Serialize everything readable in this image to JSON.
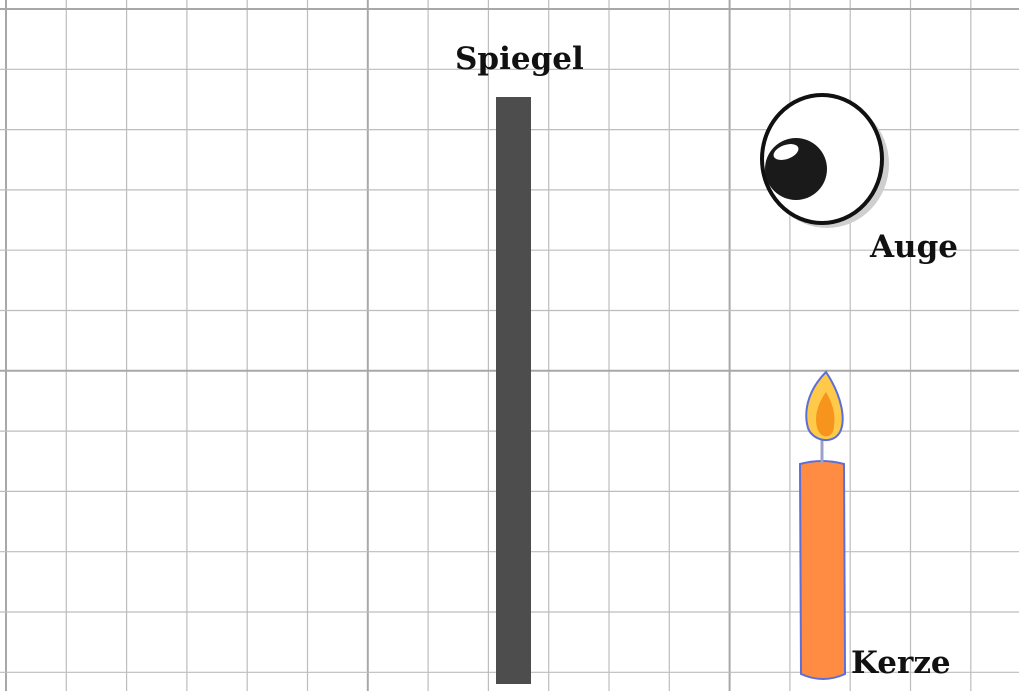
{
  "labels": {
    "mirror": "Spiegel",
    "eye": "Auge",
    "candle": "Kerze"
  },
  "colors": {
    "grid_line": "#bdbdbd",
    "grid_line_major": "#a8a8a8",
    "mirror": "#4d4d4d",
    "candle_body": "#ff8c42",
    "candle_outline": "#5b6fd6",
    "flame_outer": "#ffc94a",
    "flame_inner": "#f7941d",
    "wick": "#9aa3c7",
    "eye_outline": "#111111",
    "eye_shadow": "#cfcfcf",
    "pupil": "#1a1a1a"
  },
  "icons": {
    "mirror": "mirror-bar",
    "eye": "eye-icon",
    "candle": "candle-icon"
  }
}
